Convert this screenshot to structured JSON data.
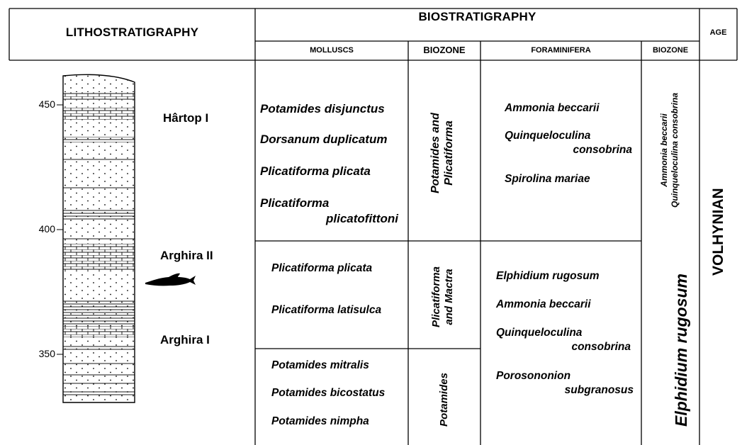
{
  "headers": {
    "lithostratigraphy": "LITHOSTRATIGRAPHY",
    "biostratigraphy": "BIOSTRATIGRAPHY",
    "age": "AGE",
    "molluscs": "MOLLUSCS",
    "biozone_molluscs": "BIOZONE",
    "foraminifera": "FORAMINIFERA",
    "biozone_foraminifera": "BIOZONE"
  },
  "depth_ticks": [
    "450",
    "400",
    "350"
  ],
  "units": {
    "hartop": "Hârtop I",
    "arghira2": "Arghira II",
    "arghira1": "Arghira I"
  },
  "molluscs": {
    "upper": {
      "sp1": "Potamides disjunctus",
      "sp2": "Dorsanum duplicatum",
      "sp3": "Plicatiforma plicata",
      "sp4_line1": "Plicatiforma",
      "sp4_line2": "plicatofittoni"
    },
    "middle": {
      "sp1": "Plicatiforma plicata",
      "sp2": "Plicatiforma latisulca"
    },
    "lower": {
      "sp1": "Potamides mitralis",
      "sp2": "Potamides bicostatus",
      "sp3": "Potamides nimpha"
    }
  },
  "mollusc_biozones": {
    "upper_line1": "Potamides and",
    "upper_line2": "Plicatiforma",
    "middle_line1": "Plicatiforma",
    "middle_line2": "and Mactra",
    "lower": "Potamides"
  },
  "foraminifera": {
    "upper": {
      "sp1": "Ammonia beccarii",
      "sp2_line1": "Quinqueloculina",
      "sp2_line2": "consobrina",
      "sp3": "Spirolina mariae"
    },
    "lower": {
      "sp1": "Elphidium rugosum",
      "sp2": "Ammonia beccarii",
      "sp3_line1": "Quinqueloculina",
      "sp3_line2": "consobrina",
      "sp4_line1": "Porosononion",
      "sp4_line2": "subgranosus"
    }
  },
  "foram_biozones": {
    "upper_line1": "Ammonia beccarii",
    "upper_line2": "Quinqueloculina consobrina",
    "lower": "Elphidium rugosum"
  },
  "age": "VOLHYNIAN"
}
